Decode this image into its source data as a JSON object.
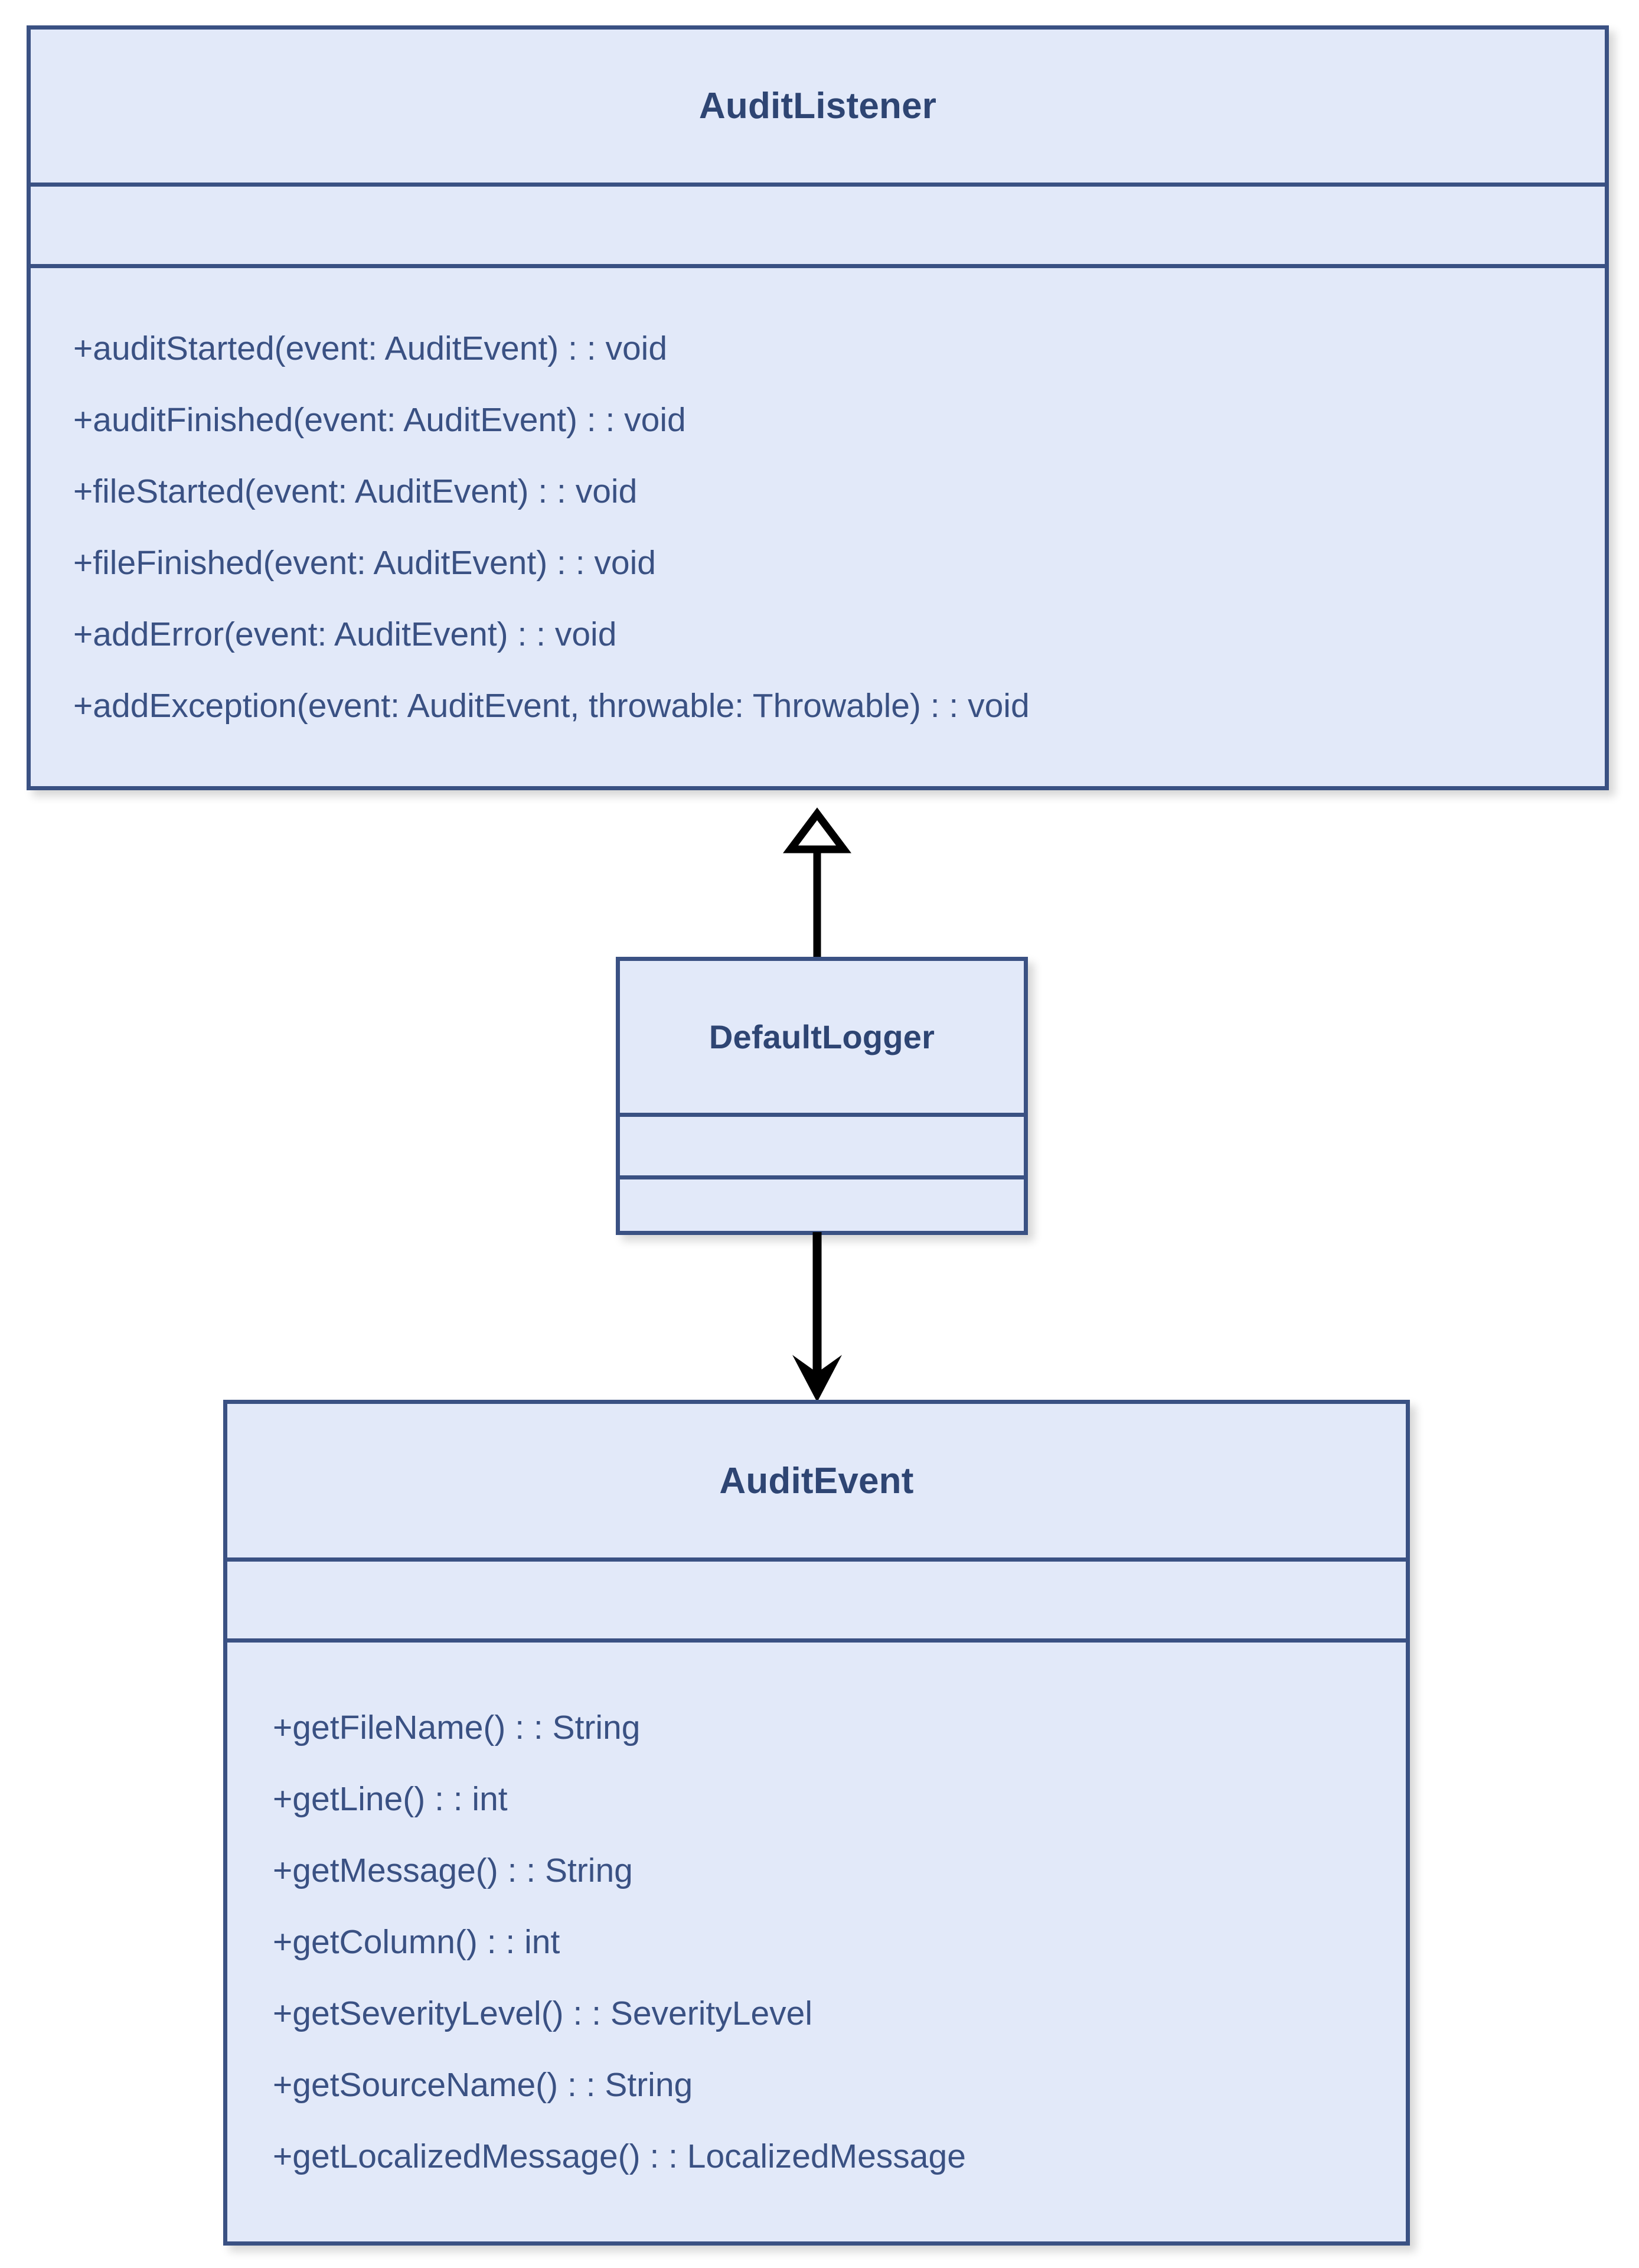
{
  "diagram": {
    "type": "uml-class-diagram",
    "classes": [
      {
        "id": "audit-listener",
        "name": "AuditListener",
        "attributes": [],
        "methods": [
          "+auditStarted(event: AuditEvent) : : void",
          "+auditFinished(event: AuditEvent) : : void",
          "+fileStarted(event: AuditEvent) : : void",
          "+fileFinished(event: AuditEvent) : : void",
          "+addError(event: AuditEvent) : : void",
          "+addException(event: AuditEvent, throwable: Throwable) : : void"
        ]
      },
      {
        "id": "default-logger",
        "name": "DefaultLogger",
        "attributes": [],
        "methods": []
      },
      {
        "id": "audit-event",
        "name": "AuditEvent",
        "attributes": [],
        "methods": [
          "+getFileName() : : String",
          "+getLine() : : int",
          "+getMessage() : : String",
          "+getColumn() : : int",
          "+getSeverityLevel() : : SeverityLevel",
          "+getSourceName() : : String",
          "+getLocalizedMessage() : : LocalizedMessage"
        ]
      }
    ],
    "relationships": [
      {
        "id": "generalization",
        "kind": "generalization",
        "arrowhead": "hollow-triangle",
        "from": "DefaultLogger",
        "to": "AuditListener",
        "direction": "up"
      },
      {
        "id": "association",
        "kind": "association",
        "arrowhead": "filled-arrow",
        "from": "DefaultLogger",
        "to": "AuditEvent",
        "direction": "down"
      }
    ]
  },
  "colors": {
    "class_fill": "#e2e9f9",
    "class_border": "#3a5183",
    "title_text": "#2e4573",
    "member_text": "#3a5183",
    "connector": "#000000",
    "background": "#ffffff"
  }
}
